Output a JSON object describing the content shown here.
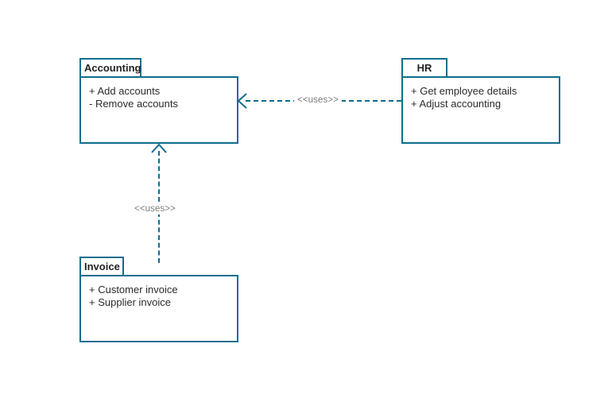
{
  "diagram": {
    "type": "uml-package-dependency-diagram",
    "background_color": "#ffffff",
    "accent_color": "#0e6e8e",
    "text_color": "#2b2b2b",
    "label_color": "#7d7d7d"
  },
  "packages": [
    {
      "id": "accounting",
      "name": "Accounting",
      "tab_align": "left",
      "members": [
        "+ Add accounts",
        "- Remove accounts"
      ]
    },
    {
      "id": "hr",
      "name": "HR",
      "tab_align": "center",
      "members": [
        "+ Get employee details",
        "+ Adjust accounting"
      ]
    },
    {
      "id": "invoice",
      "name": "Invoice",
      "tab_align": "left",
      "members": [
        "+ Customer invoice",
        "+ Supplier invoice"
      ]
    }
  ],
  "dependencies": [
    {
      "id": "hr-uses-accounting",
      "source": "hr",
      "target": "accounting",
      "stereotype": "<<uses>>",
      "direction": "left",
      "line_style": "dashed"
    },
    {
      "id": "invoice-uses-accounting",
      "source": "invoice",
      "target": "accounting",
      "stereotype": "<<uses>>",
      "direction": "up",
      "line_style": "dashed"
    }
  ]
}
